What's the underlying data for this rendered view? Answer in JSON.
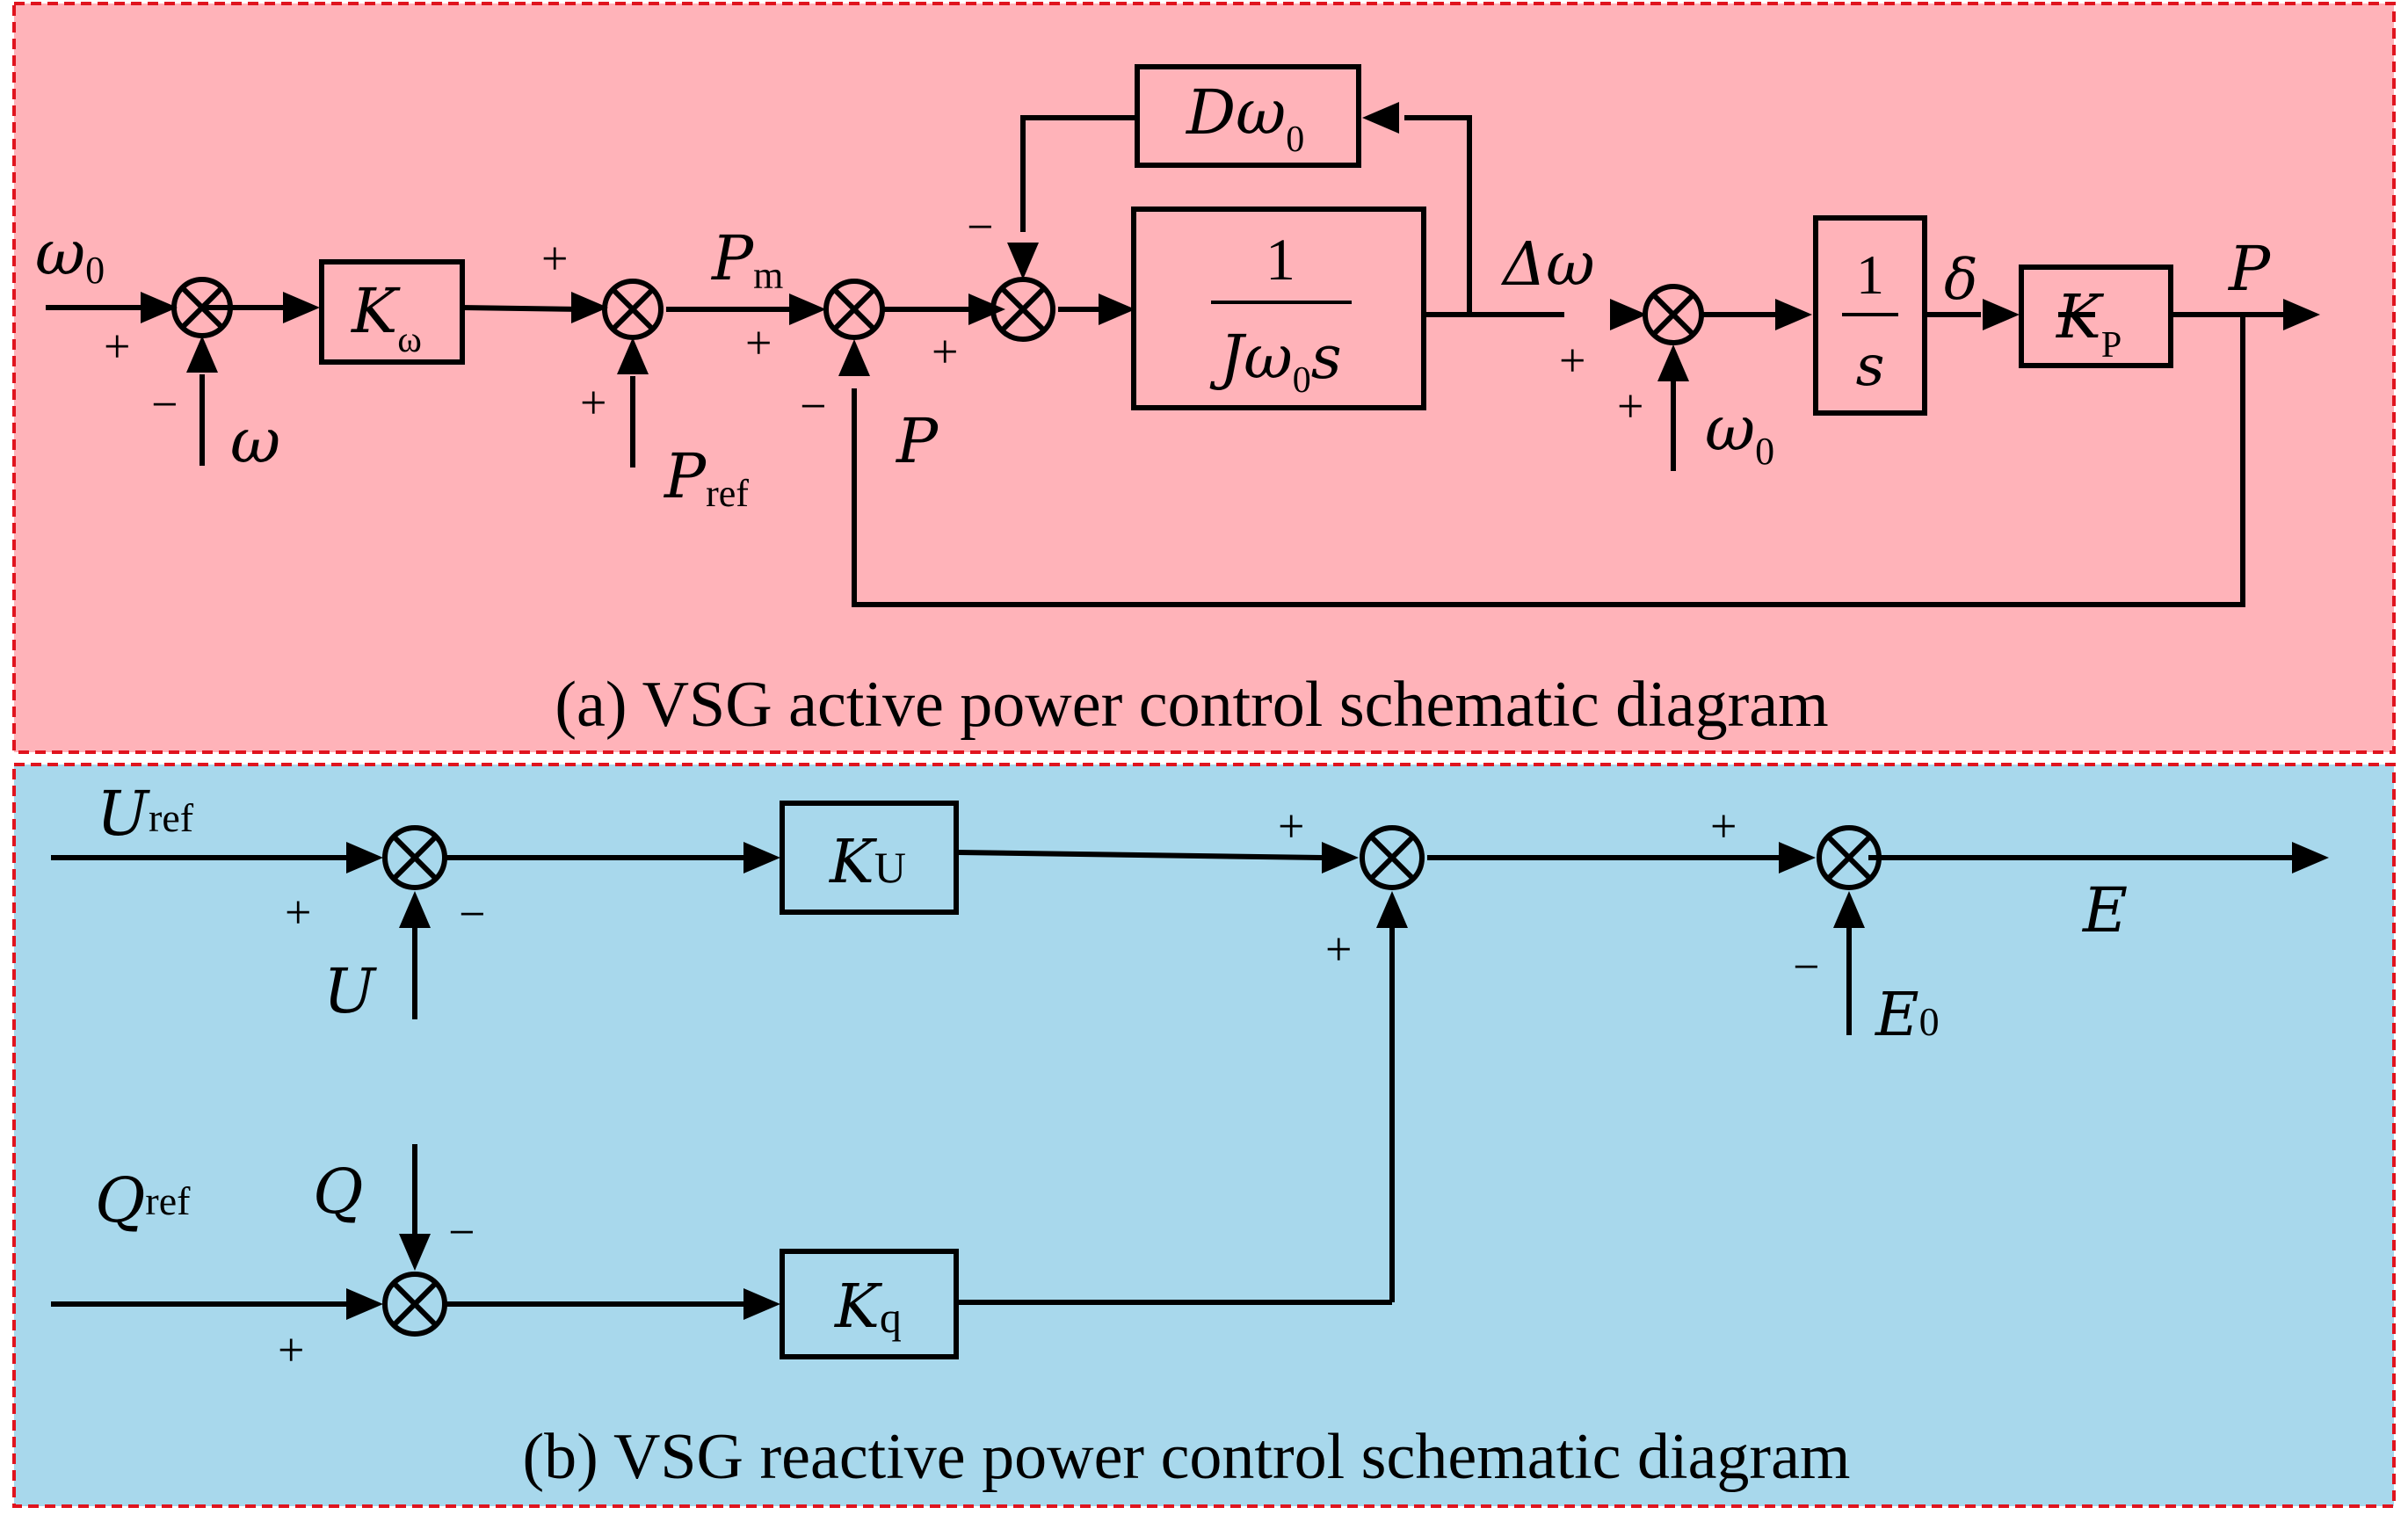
{
  "panel_a": {
    "caption": "(a) VSG active power control schematic diagram",
    "inputs": {
      "omega0_in": "ω",
      "omega0_in_sub": "0",
      "omega_feedback": "ω",
      "p_ref": "P",
      "p_ref_sub": "ref"
    },
    "signals": {
      "p_m": "P",
      "p_m_sub": "m",
      "p_feedback": "P",
      "delta_omega": "Δω",
      "omega0_add": "ω",
      "omega0_add_sub": "0",
      "delta": "δ",
      "p_out": "P"
    },
    "blocks": {
      "k_omega": {
        "main": "K",
        "sub": "ω"
      },
      "damping": {
        "main": "Dω",
        "sub": "0"
      },
      "inertia": {
        "num": "1",
        "den_main": "Jω",
        "den_sub": "0",
        "den_tail": "s"
      },
      "integrator": {
        "num": "1",
        "den": "s"
      },
      "k_p": {
        "main": "K",
        "sub": "P"
      }
    }
  },
  "panel_b": {
    "caption": "(b) VSG reactive power control schematic diagram",
    "inputs": {
      "u_ref": "U",
      "u_ref_sub": "ref",
      "u": "U",
      "q_ref": "Q",
      "q_ref_sub": "ref",
      "q": "Q",
      "e0": "E",
      "e0_sub": "0"
    },
    "signals": {
      "e_out": "E"
    },
    "blocks": {
      "k_u": {
        "main": "K",
        "sub": "U"
      },
      "k_q": {
        "main": "K",
        "sub": "q"
      }
    }
  },
  "signs": {
    "plus": "+",
    "minus": "−"
  }
}
